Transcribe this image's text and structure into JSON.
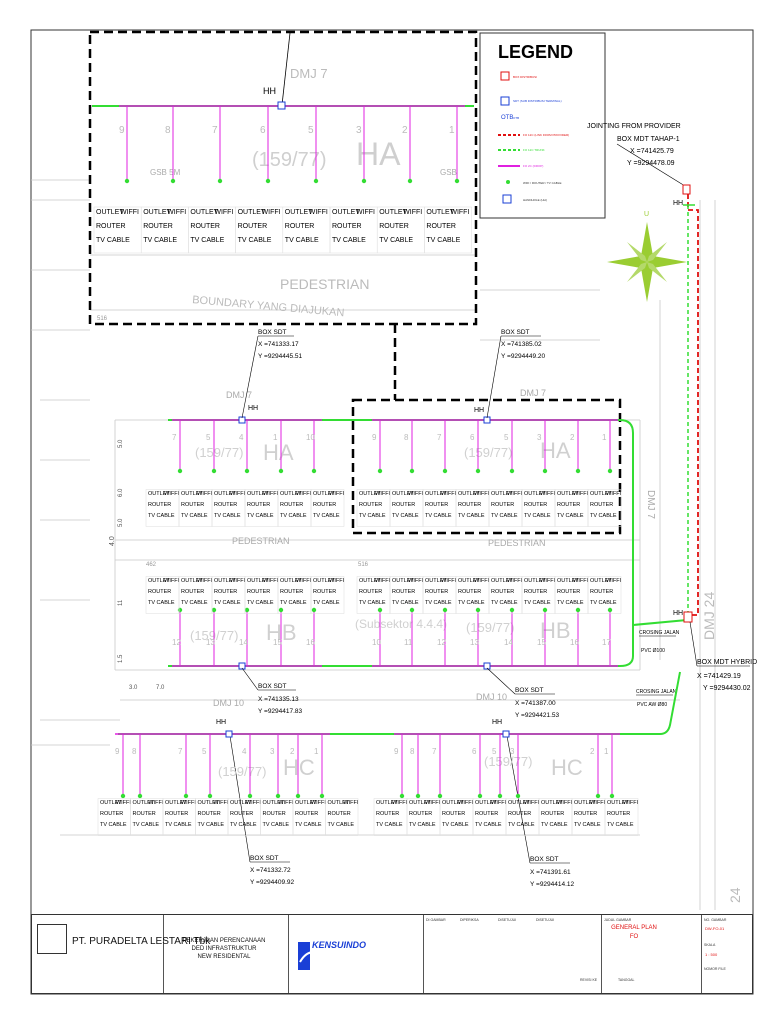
{
  "legend": {
    "title": "LEGEND",
    "otb_label": "OTB",
    "items": [
      "BOX DISTRIBUSI",
      "SDT (SUB DISTRIBUSI TERMINAL)",
      "OTB",
      "FO 12C (LINK FROM PROVIDER)",
      "FO 12C TRUNK",
      "FO 2C (DROP)",
      "WIFI / ROUTER / TV CABLE",
      "HANDHOLE (HH)"
    ]
  },
  "provider": {
    "joint_label": "JOINTING FROM PROVIDER",
    "box_label": "BOX MDT TAHAP-1",
    "x": "X =741425.79",
    "y": "Y =9294478.09",
    "hh": "HH"
  },
  "hybrid": {
    "box_label": "BOX MDT HYBRID",
    "x": "X =741429.19",
    "y": "Y =9294430.02",
    "hh": "HH"
  },
  "crossings": [
    "CROSING JALAN",
    "PVC Ø100",
    "CROSING JALAN",
    "PVC AW Ø80"
  ],
  "streets": {
    "dmj7_a": "DMJ 7",
    "dmj7_b": "DMJ 7",
    "dmj7_c": "DMJ 7",
    "dmj7_d": "DMJ 7",
    "dmj10_a": "DMJ 10",
    "dmj10_b": "DMJ 10",
    "dmj24": "DMJ 24",
    "dmj24_b": "24",
    "pedestrian_a": "PEDESTRIAN",
    "pedestrian_b": "PEDESTRIAN",
    "pedestrian_c": "PEDESTRIAN",
    "boundary": "BOUNDARY YANG DIAJUKAN",
    "subsektor": "(Subsektor 4.4.4)"
  },
  "blocks": {
    "ha": "HA",
    "hb": "HB",
    "hc": "HC",
    "code": "(159/77)",
    "gsb": "GSB",
    "gsb5m": "GSB 5M",
    "pad516": "516",
    "pad462": "462"
  },
  "outlet": {
    "l1a": "OUTLET",
    "l1b": "WIFFI",
    "l2": "ROUTER",
    "l3": "TV CABLE"
  },
  "sdt_boxes": [
    {
      "label": "BOX SDT",
      "x": "X =741333.17",
      "y": "Y =9294445.51"
    },
    {
      "label": "BOX SDT",
      "x": "X =741385.02",
      "y": "Y =9294449.20"
    },
    {
      "label": "BOX SDT",
      "x": "X =741335.13",
      "y": "Y =9294417.83"
    },
    {
      "label": "BOX SDT",
      "x": "X =741387.00",
      "y": "Y =9294421.53"
    },
    {
      "label": "BOX SDT",
      "x": "X =741332.72",
      "y": "Y =9294409.92"
    },
    {
      "label": "BOX SDT",
      "x": "X =741391.61",
      "y": "Y =9294414.12"
    }
  ],
  "hh": "HH",
  "dims": {
    "d50a": "5.0",
    "d60": "6.0",
    "d50b": "5.0",
    "d11a": "11",
    "d15": "1.5",
    "d30": "3.0",
    "d70": "7.0",
    "d40": "4.0"
  },
  "titleblock": {
    "company": "PT. PURADELTA LESTARI Tbk",
    "project_l1": "PEKERJAAN PERENCANAAN",
    "project_l2": "DED INFRASTRUKTUR",
    "project_l3": "NEW RESIDENTAL",
    "consultant": "KENSUINDO",
    "drawing_title_l1": "GENERAL PLAN",
    "drawing_title_l2": "FO",
    "drawing_code": "DW-FO-01",
    "scale": "1 : 500",
    "headers": [
      "DI GAMBAR",
      "DIPERIKSA",
      "DISETUJUI",
      "DISETUJUI",
      "JUDUL GAMBAR",
      "NO. GAMBAR",
      "SKALA",
      "NOMOR FILE",
      "REVISI KE",
      "TANGGAL"
    ]
  },
  "colors": {
    "magenta": "#e020e0",
    "green": "#33dd33",
    "red": "#e01010",
    "blue": "#1a3fd6",
    "compass": "#9acd32"
  }
}
